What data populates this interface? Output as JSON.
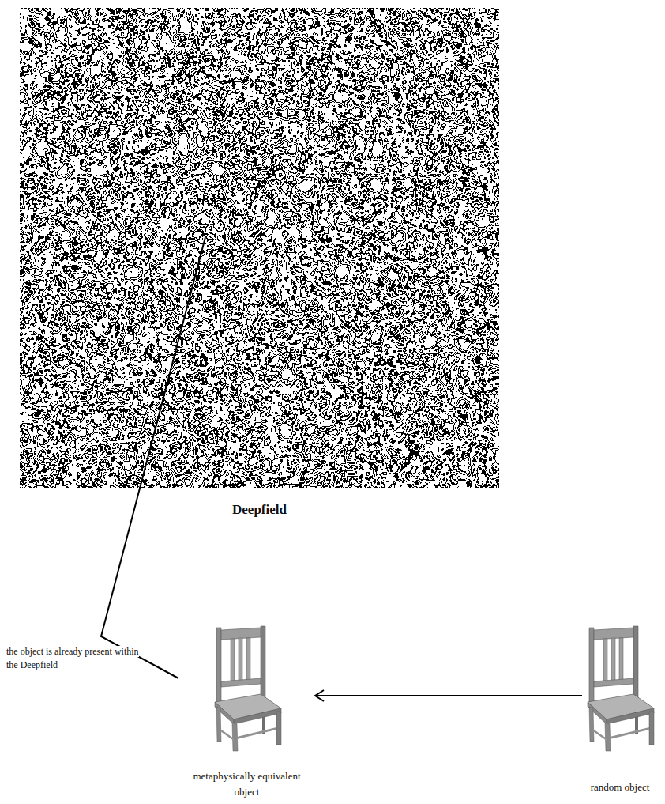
{
  "diagram": {
    "nodes": [
      {
        "text": [
          "Deepfield"
        ]
      },
      {
        "text": [
          "metaphysically equivalent object"
        ]
      },
      {
        "text": [
          "random object"
        ]
      }
    ],
    "edges": [
      {
        "from": 2,
        "to": 1,
        "arrow": "to"
      },
      {
        "from": 1,
        "to": 0,
        "arrow": "none",
        "label": "the object is already present within the Deepfield"
      }
    ]
  }
}
